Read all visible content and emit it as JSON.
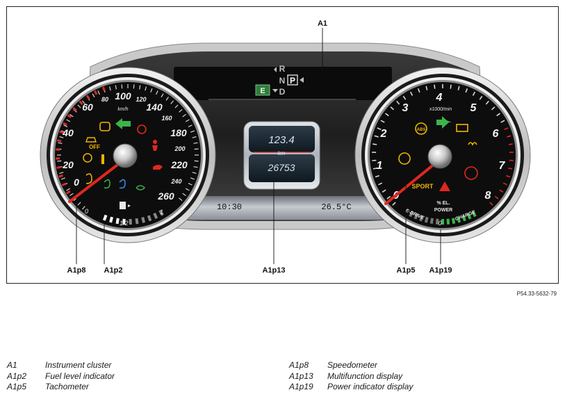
{
  "callouts": {
    "a1": "A1",
    "a1p8": "A1p8",
    "a1p2": "A1p2",
    "a1p13": "A1p13",
    "a1p5": "A1p5",
    "a1p19": "A1p19"
  },
  "reference_code": "P54.33-5632-79",
  "speedometer": {
    "unit": "km/h",
    "scale": [
      "0",
      "20",
      "40",
      "60",
      "80",
      "100",
      "120",
      "140",
      "160",
      "180",
      "200",
      "220",
      "240",
      "260"
    ]
  },
  "fuel": {
    "empty": "0",
    "half": "1/2",
    "full": "1"
  },
  "tachometer": {
    "unit": "x1000/min",
    "scale": [
      "0",
      "1",
      "2",
      "3",
      "4",
      "5",
      "6",
      "7",
      "8"
    ],
    "sport": "SPORT",
    "power_label_1": "% EL.",
    "power_label_2": "POWER",
    "edrive": "E-DRIVE",
    "charge": "CHARGE",
    "power_zero": "0"
  },
  "gear": {
    "r": "R",
    "n": "N",
    "p": "P",
    "d": "D",
    "mode": "E"
  },
  "display": {
    "speed": "123.4",
    "unit": "km",
    "odometer": "26753",
    "time": "10:30",
    "temperature": "26.5°C"
  },
  "indicator": {
    "off": "OFF",
    "abs": "ABS"
  },
  "legend": [
    {
      "code": "A1",
      "label": "Instrument cluster"
    },
    {
      "code": "A1p2",
      "label": "Fuel level indicator"
    },
    {
      "code": "A1p5",
      "label": "Tachometer"
    },
    {
      "code": "A1p8",
      "label": "Speedometer"
    },
    {
      "code": "A1p13",
      "label": "Multifunction display"
    },
    {
      "code": "A1p19",
      "label": "Power indicator display"
    }
  ],
  "colors": {
    "needle": "#e0281e",
    "warning_red": "#e0281e",
    "indicator_yellow": "#f2b600",
    "indicator_green": "#3bb44a",
    "indicator_blue": "#2b7fd6",
    "display_text": "#d6e4ef"
  }
}
